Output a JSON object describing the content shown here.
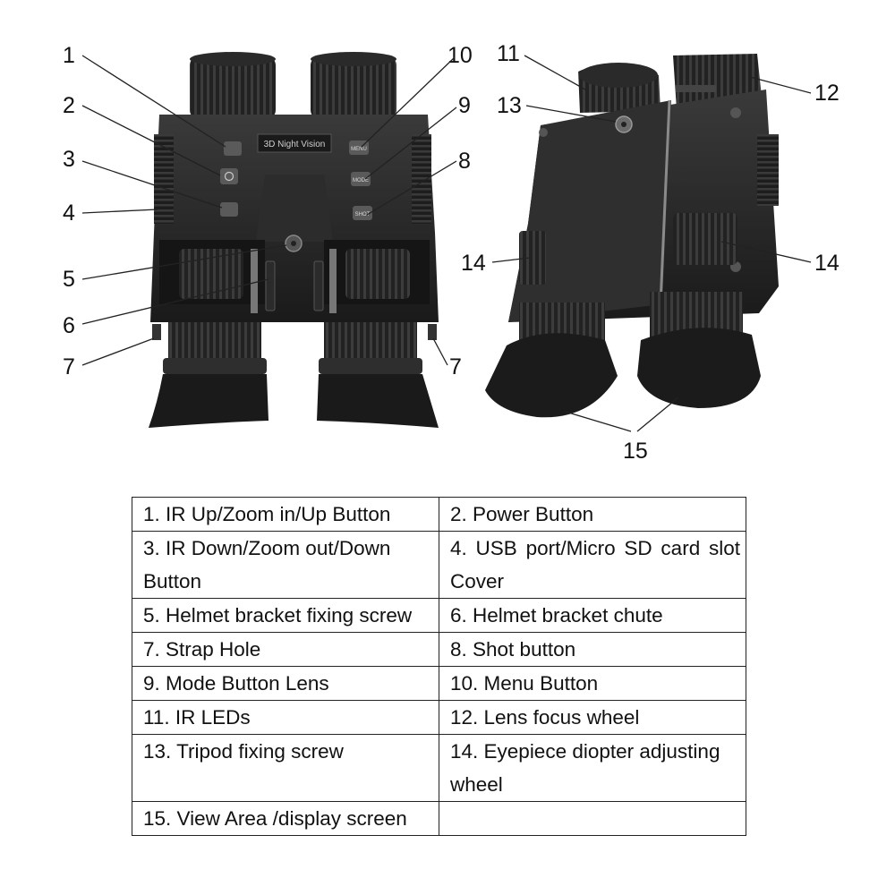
{
  "figure": {
    "product_label": "3D Night Vision",
    "button_labels": {
      "menu": "MENU",
      "mode": "MODE",
      "shot": "SHOT"
    },
    "callouts_front": [
      "1",
      "2",
      "3",
      "4",
      "5",
      "6",
      "7",
      "7",
      "8",
      "9",
      "10"
    ],
    "callouts_side": [
      "11",
      "12",
      "13",
      "14",
      "14",
      "15"
    ]
  },
  "table": {
    "rows": [
      [
        "1.  IR Up/Zoom in/Up Button",
        "2.  Power Button"
      ],
      [
        "3.  IR Down/Zoom out/Down Button",
        "4.  USB   port/Micro   SD card slot Cover"
      ],
      [
        "5.  Helmet bracket fixing screw",
        "6.  Helmet bracket chute"
      ],
      [
        "7.  Strap Hole",
        "8.  Shot button"
      ],
      [
        "9.  Mode Button Lens",
        "10.  Menu Button"
      ],
      [
        "11.  IR LEDs",
        "12.  Lens focus wheel"
      ],
      [
        "13.  Tripod fixing screw",
        "14.  Eyepiece diopter adjusting wheel"
      ],
      [
        "15.  View Area /display screen",
        ""
      ]
    ]
  }
}
